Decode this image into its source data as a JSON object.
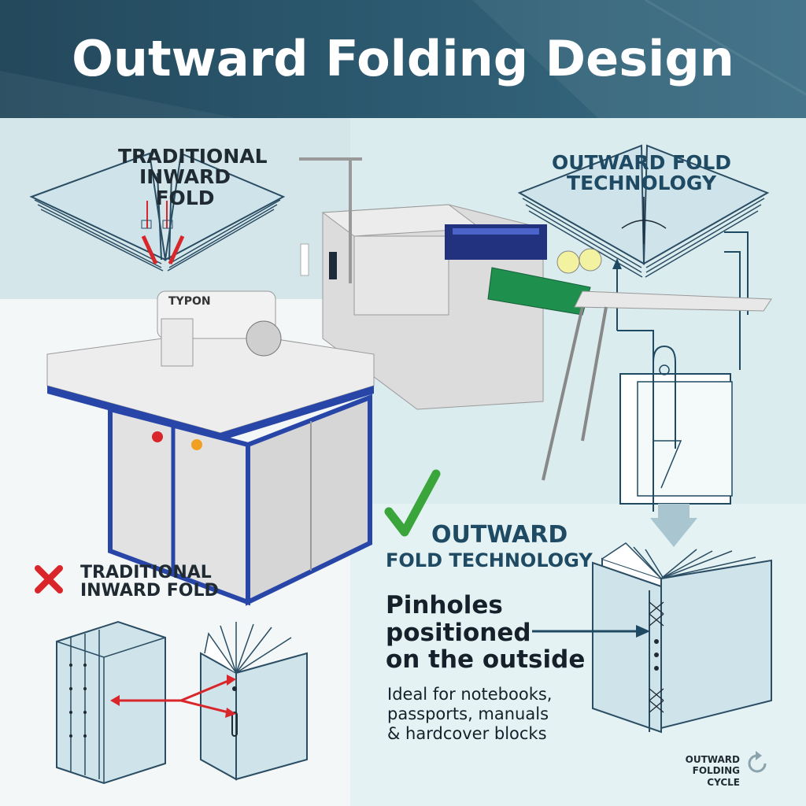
{
  "title": "Outward Folding Design",
  "labels": {
    "traditional_top_line1": "TRADITIONAL",
    "traditional_top_line2": "INWARD FOLD",
    "outward_top_line1": "OUTWARD FOLD",
    "outward_top_line2": "TECHNOLOGY",
    "traditional_bottom_line1": "TRADITIONAL",
    "traditional_bottom_line2": "INWARD FOLD",
    "outward_mid_line1": "OUTWARD",
    "outward_mid_line2": "FOLD TECHNOLOGY",
    "machine_brand": "TYPON",
    "cycle_line1": "OUTWARD",
    "cycle_line2": "FOLDING CYCLE"
  },
  "headline": {
    "line1": "Pinholes",
    "line2": "positioned",
    "line3": "on the outside"
  },
  "description": {
    "line1": "Ideal for notebooks,",
    "line2": "passports, manuals",
    "line3": "& hardcover blocks"
  },
  "icons": {
    "cross": "x-mark-icon",
    "check": "check-mark-icon",
    "cycle": "refresh-cycle-icon"
  },
  "colors": {
    "banner": "#24485c",
    "accent_red": "#d9262b",
    "accent_green": "#3aa53a",
    "machine_blue": "#2845a8",
    "line_navy": "#1f4a63"
  }
}
